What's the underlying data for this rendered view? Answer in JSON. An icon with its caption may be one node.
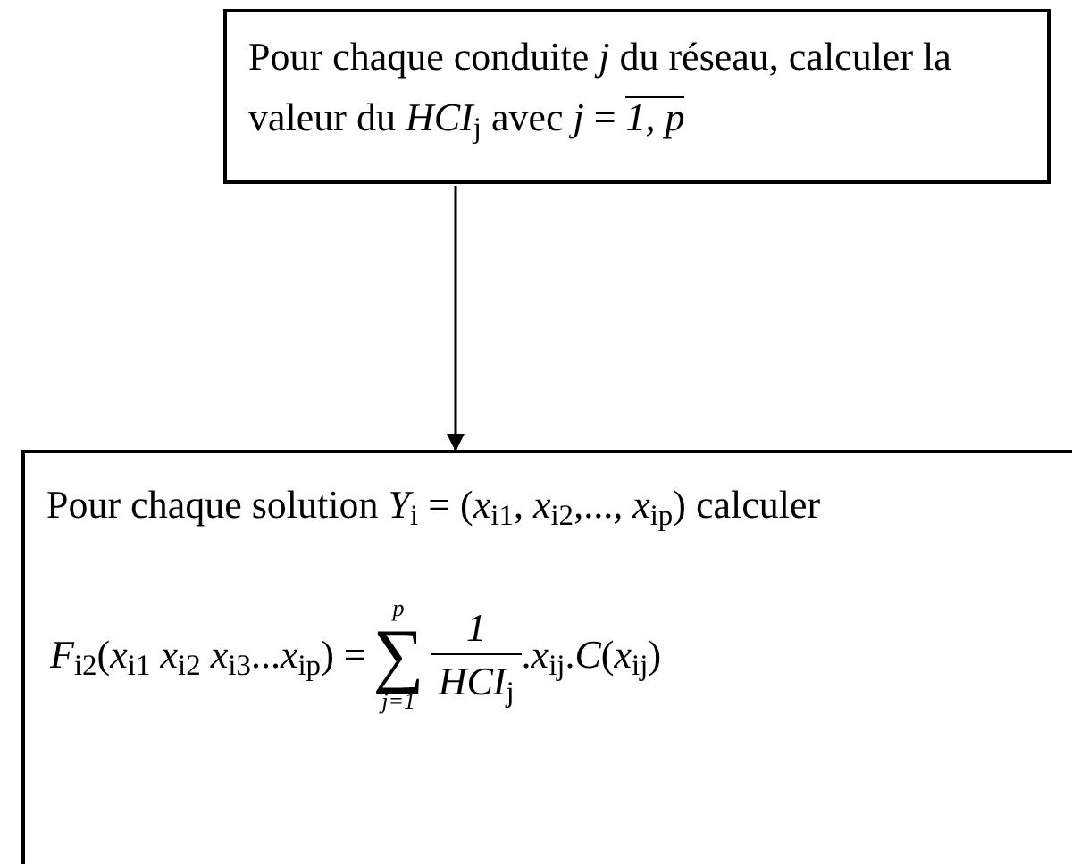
{
  "diagram": {
    "nodes": [
      {
        "text": [
          "Pour chaque conduite *j* du réseau, calculer la valeur du *HCI*$_{j}$ avec *j* =",
          "1, p"
        ]
      },
      {
        "text": [
          "Pour chaque solution *Y*$_{i}$ = (*x*$_{i1}$, *x*$_{i2}$,..., *x*$_{ip}$) calculer",
          "*F*$_{i2}$(*x*$_{i1}$ *x*$_{i2}$ *x*$_{i3}$...*x*$_{ip}$) =",
          "p",
          "∑",
          "j=1",
          "1",
          "*HCI*$_{j}$",
          ".*x*$_{ij}$.*C*(*x*$_{ij}$)"
        ]
      }
    ],
    "edges": [
      {
        "from": 0,
        "to": 1,
        "arrow": "to"
      }
    ]
  }
}
